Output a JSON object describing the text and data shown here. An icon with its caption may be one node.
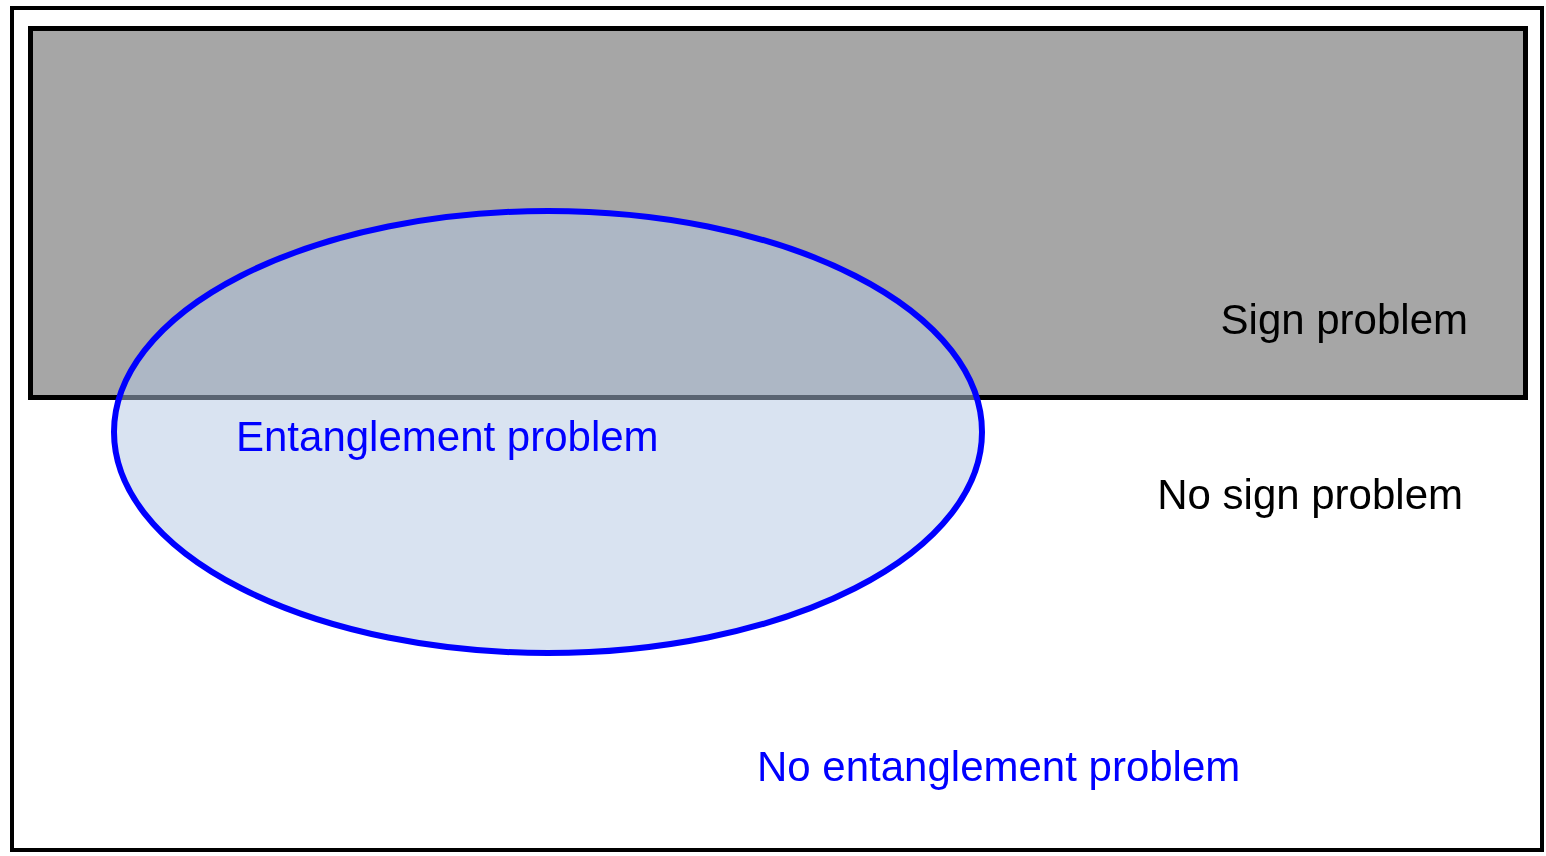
{
  "diagram": {
    "nodes": [
      {
        "text": [
          "No sign problem",
          "No entanglement problem"
        ]
      },
      {
        "text": [
          "Sign problem"
        ],
        "in": 0
      },
      {
        "text": [
          "Entanglement problem"
        ],
        "in": 0
      }
    ],
    "edges": []
  }
}
